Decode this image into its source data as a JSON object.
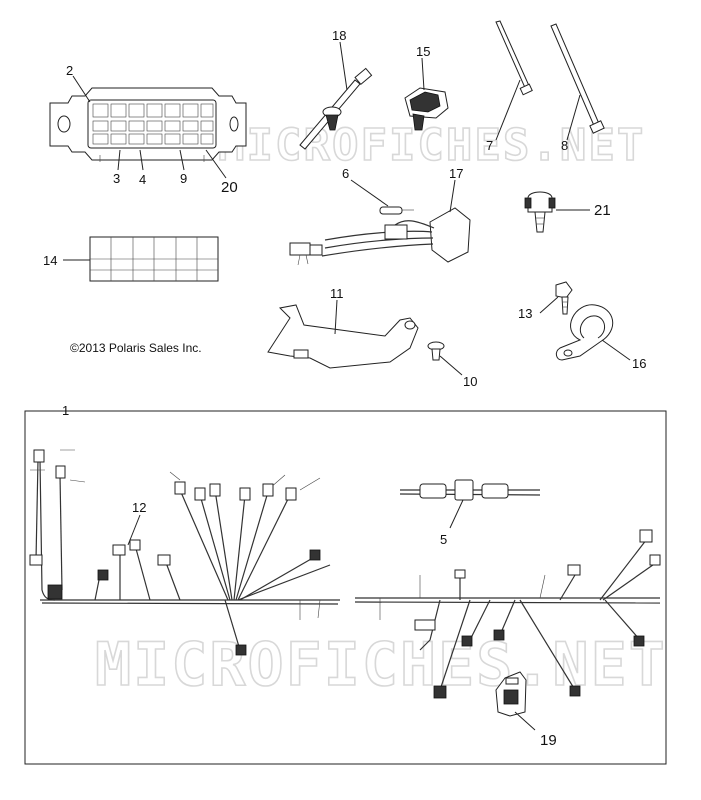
{
  "watermark": "MICROFICHES.NET",
  "copyright": "©2013 Polaris Sales Inc.",
  "callouts": {
    "c1": "1",
    "c2": "2",
    "c3": "3",
    "c4": "4",
    "c5": "5",
    "c6": "6",
    "c7": "7",
    "c8": "8",
    "c9": "9",
    "c10": "10",
    "c11": "11",
    "c12": "12",
    "c13": "13",
    "c14": "14",
    "c15": "15",
    "c16": "16",
    "c17": "17",
    "c18": "18",
    "c19": "19",
    "c20": "20",
    "c21": "21"
  }
}
